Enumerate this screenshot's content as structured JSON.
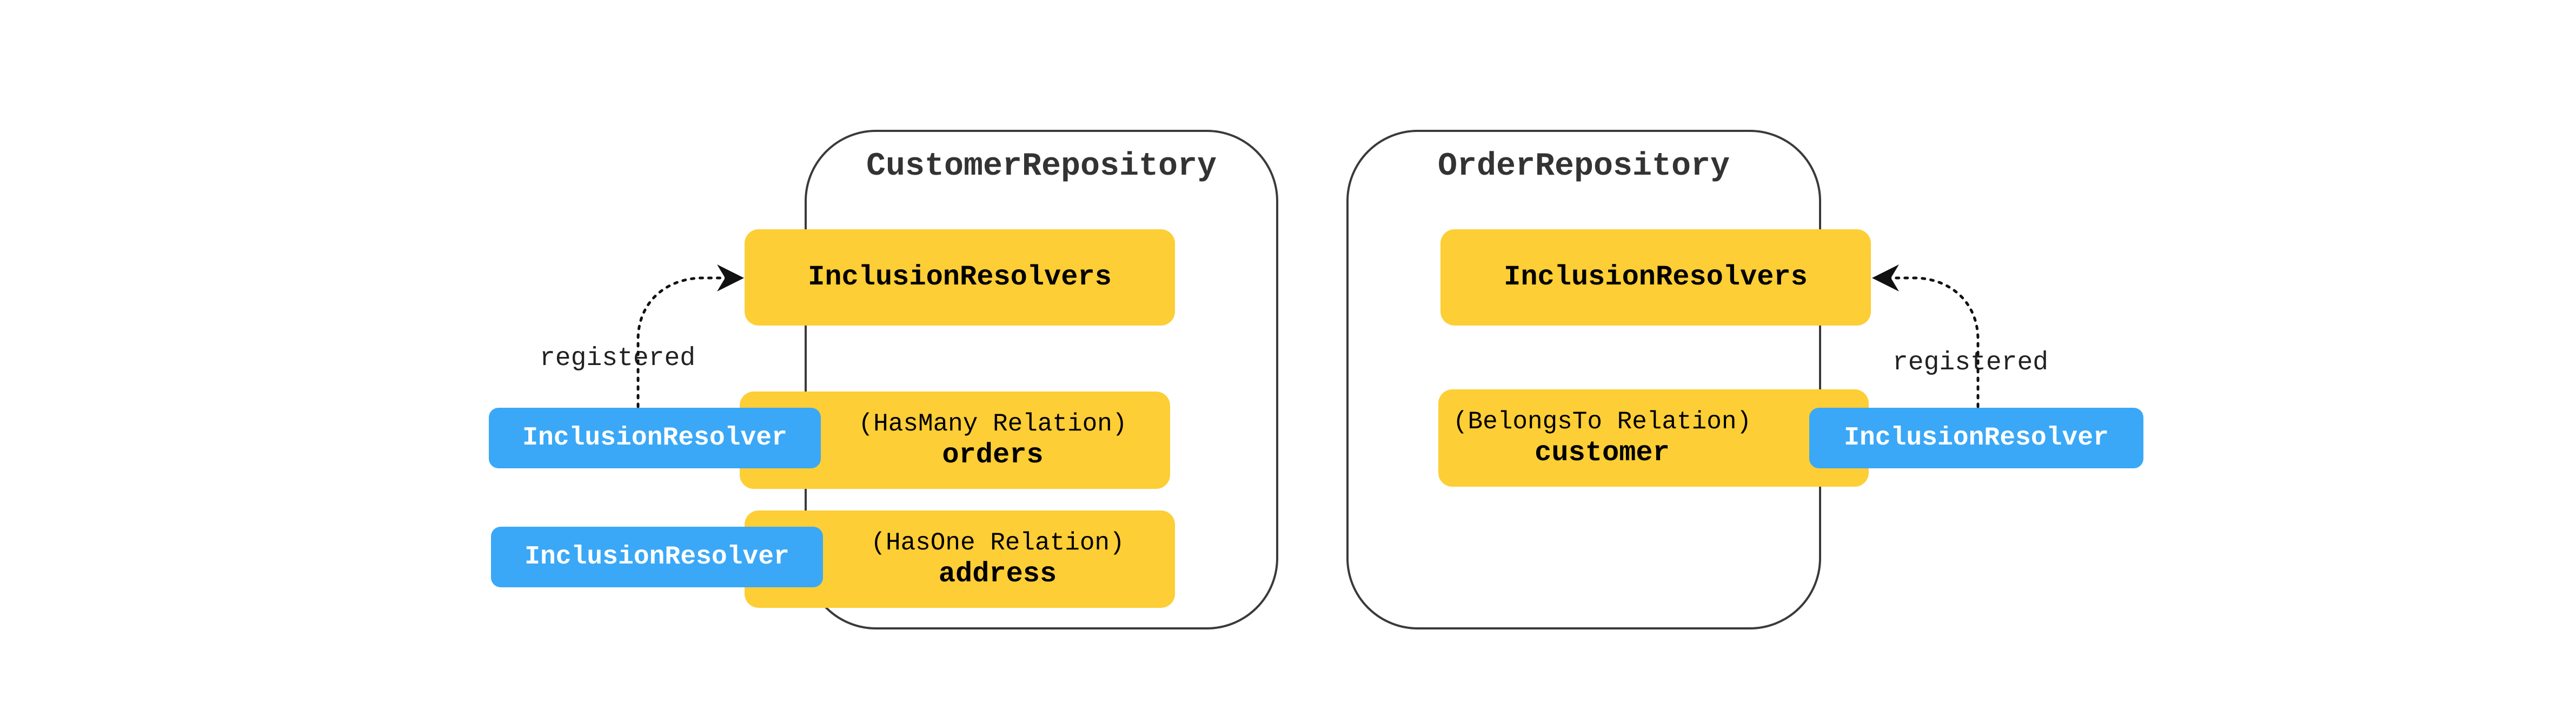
{
  "customer_repository": {
    "title": "CustomerRepository",
    "inclusion_resolvers_label": "InclusionResolvers",
    "relations": [
      {
        "type_label": "(HasMany Relation)",
        "name": "orders",
        "resolver_label": "InclusionResolver"
      },
      {
        "type_label": "(HasOne Relation)",
        "name": "address",
        "resolver_label": "InclusionResolver"
      }
    ],
    "registered_label": "registered"
  },
  "order_repository": {
    "title": "OrderRepository",
    "inclusion_resolvers_label": "InclusionResolvers",
    "relations": [
      {
        "type_label": "(BelongsTo Relation)",
        "name": "customer",
        "resolver_label": "InclusionResolver"
      }
    ],
    "registered_label": "registered"
  },
  "colors": {
    "relation_box": "#FDCE35",
    "resolver_box": "#3AA8F7",
    "repository_border": "#3a3a3a"
  }
}
